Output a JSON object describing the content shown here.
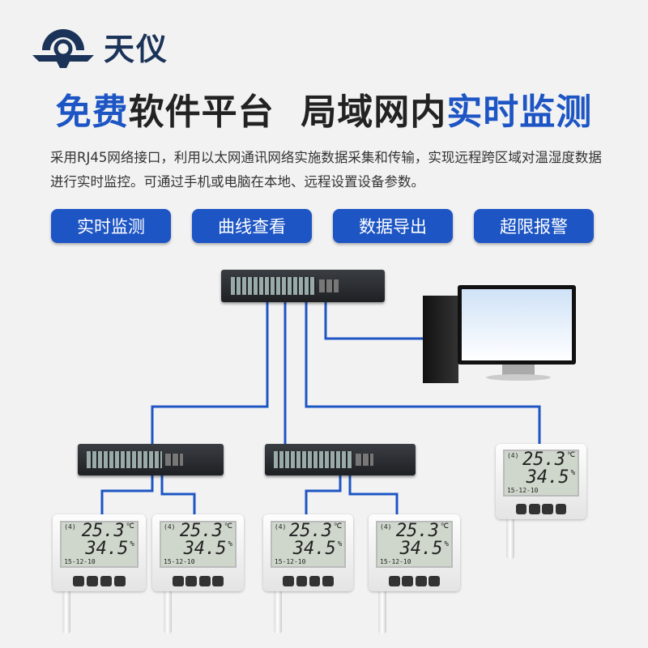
{
  "brand": {
    "name": "天仪"
  },
  "headline": {
    "part1_blue": "免费",
    "part1_dark": "软件平台",
    "part2_dark": "局域网内",
    "part2_blue": "实时监测"
  },
  "description": "采用RJ45网络接口，利用以太网通讯网络实施数据采集和传输，实现远程跨区域对温湿度数据进行实时监控。可通过手机或电脑在本地、远程设置设备参数。",
  "features": [
    "实时监测",
    "曲线查看",
    "数据导出",
    "超限报警"
  ],
  "sensor": {
    "channel": "(4)",
    "temperature": "25.3",
    "temp_unit": "℃",
    "humidity": "34.5",
    "hum_unit": "%",
    "date": "15-12-10"
  },
  "colors": {
    "accent": "#1d55c4",
    "brand": "#1b3358"
  }
}
